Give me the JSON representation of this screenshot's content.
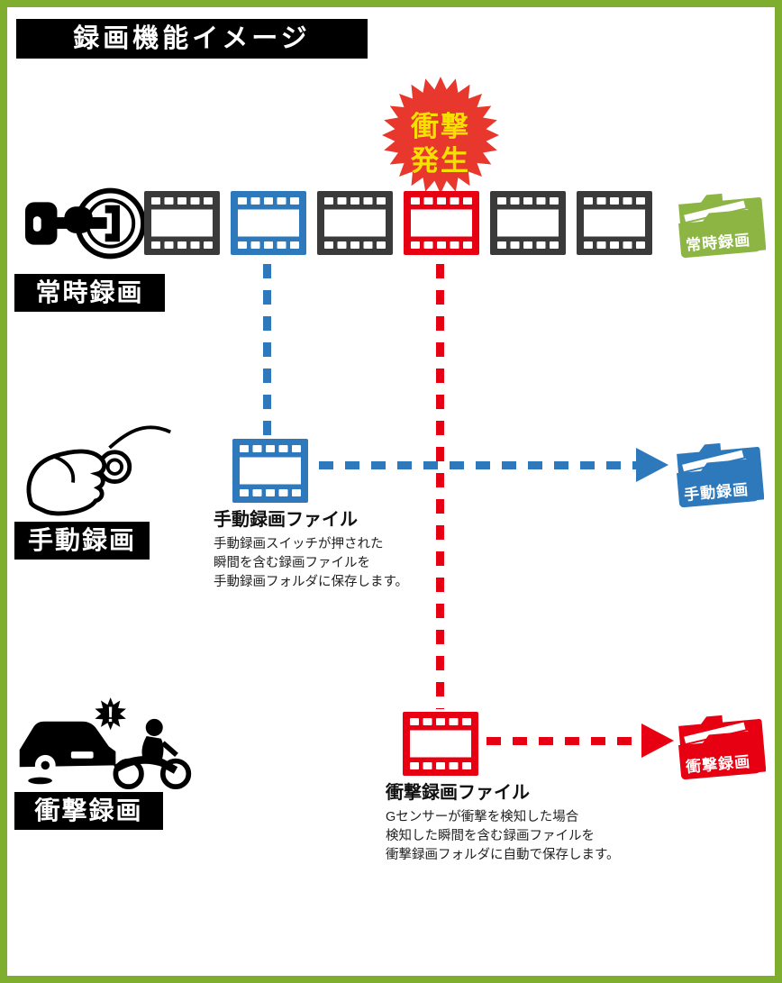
{
  "colors": {
    "green_border": "#7fad2e",
    "folder_green": "#8cb544",
    "blue": "#2e79bc",
    "red": "#e60012",
    "burst_red": "#e8382d",
    "burst_text": "#f5e100",
    "film_gray": "#3a3a3a",
    "label_bg": "#000000",
    "text_dark": "#222222"
  },
  "title": {
    "text": "録画機能イメージ"
  },
  "burst": {
    "line1": "衝撃",
    "line2": "発生"
  },
  "timeline": {
    "frames": [
      "gray",
      "blue",
      "gray",
      "red",
      "gray",
      "gray"
    ]
  },
  "sections": {
    "constant": {
      "tag": "常時録画",
      "folder_label": "常時録画"
    },
    "manual": {
      "tag": "手動録画",
      "folder_label": "手動録画",
      "frame_color": "blue",
      "file_title": "手動録画ファイル",
      "desc": [
        "手動録画スイッチが押された",
        "瞬間を含む録画ファイルを",
        "手動録画フォルダに保存します。"
      ]
    },
    "impact": {
      "tag": "衝撃録画",
      "folder_label": "衝撃録画",
      "frame_color": "red",
      "file_title": "衝撃録画ファイル",
      "desc": [
        "Gセンサーが衝撃を検知した場合",
        "検知した瞬間を含む録画ファイルを",
        "衝撃録画フォルダに自動で保存します。"
      ]
    }
  },
  "icons": {
    "start": "key-ignition-icon",
    "manual": "press-button-hand-icon",
    "impact": "car-accident-icon",
    "alert_mark": "!"
  }
}
